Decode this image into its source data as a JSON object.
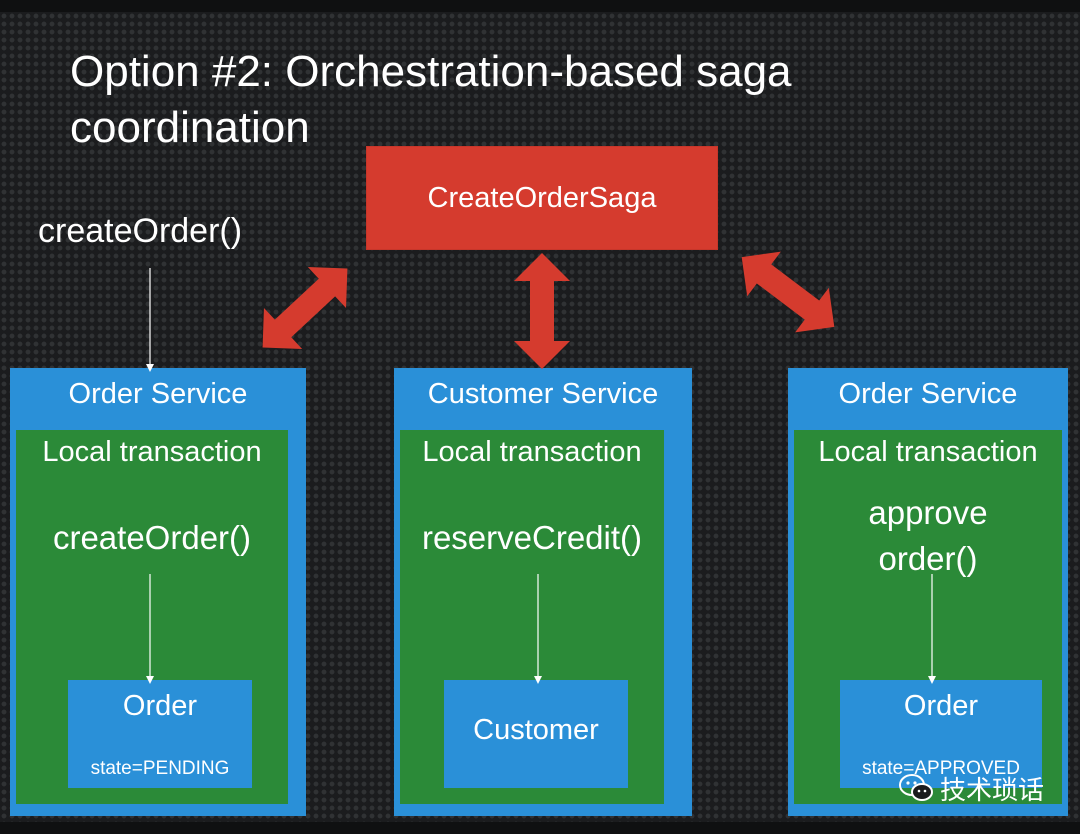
{
  "title": "Option #2: Orchestration-based saga coordination",
  "entry_call": "createOrder()",
  "orchestrator": {
    "label": "CreateOrderSaga"
  },
  "services": [
    {
      "name": "Order Service",
      "tx_label": "Local transaction",
      "operation": "createOrder()",
      "entity": "Order",
      "state": "state=PENDING"
    },
    {
      "name": "Customer Service",
      "tx_label": "Local transaction",
      "operation": "reserveCredit()",
      "entity": "Customer",
      "state": ""
    },
    {
      "name": "Order Service",
      "tx_label": "Local transaction",
      "operation": "approve order()",
      "entity": "Order",
      "state": "state=APPROVED"
    }
  ],
  "watermark": {
    "text": "技术琐话",
    "icon": "wechat-icon"
  },
  "colors": {
    "orchestrator": "#d53b2e",
    "arrow": "#d53b2e",
    "service": "#2a90d8",
    "transaction": "#2b8a38",
    "text": "#ffffff"
  }
}
